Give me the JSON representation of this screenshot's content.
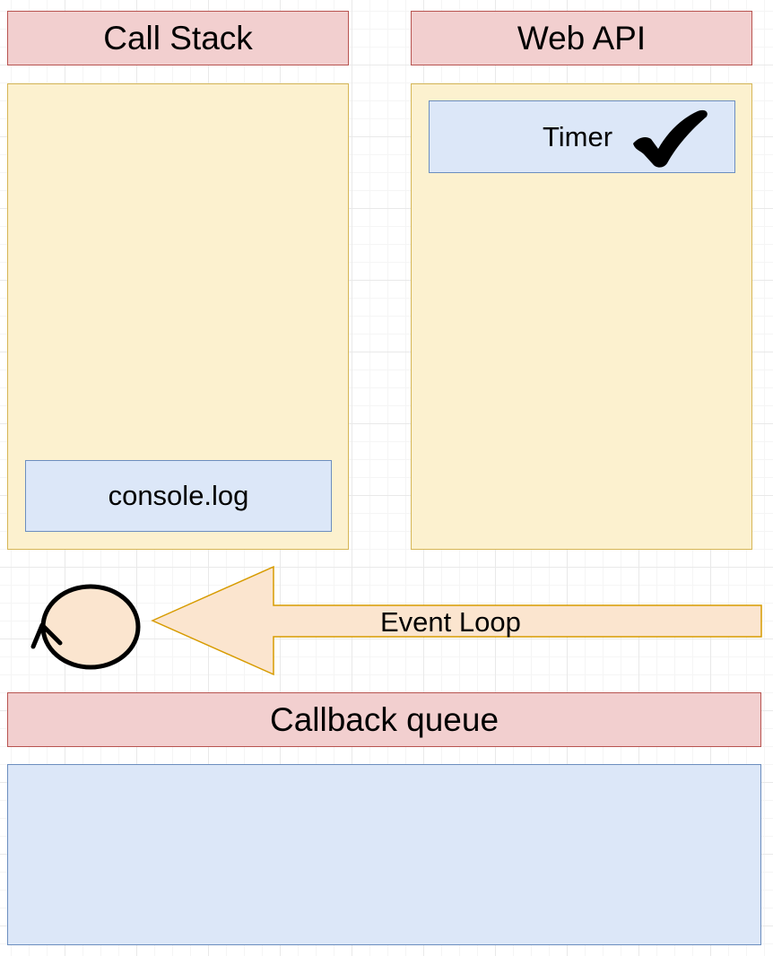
{
  "call_stack": {
    "title": "Call Stack",
    "items": [
      "console.log"
    ]
  },
  "web_api": {
    "title": "Web API",
    "items": [
      "Timer"
    ],
    "timer_status_icon": "checkmark-icon"
  },
  "event_loop": {
    "label": "Event Loop",
    "direction": "right-to-left"
  },
  "callback_queue": {
    "title": "Callback queue",
    "items": []
  },
  "colors": {
    "header_fill": "#f2cfcf",
    "header_stroke": "#b85450",
    "panel_fill": "#fcf1cf",
    "panel_stroke": "#d6b656",
    "item_fill": "#dce7f8",
    "item_stroke": "#6c8ebf",
    "arrow_fill": "#fbe5cf",
    "arrow_stroke": "#d79b00"
  }
}
